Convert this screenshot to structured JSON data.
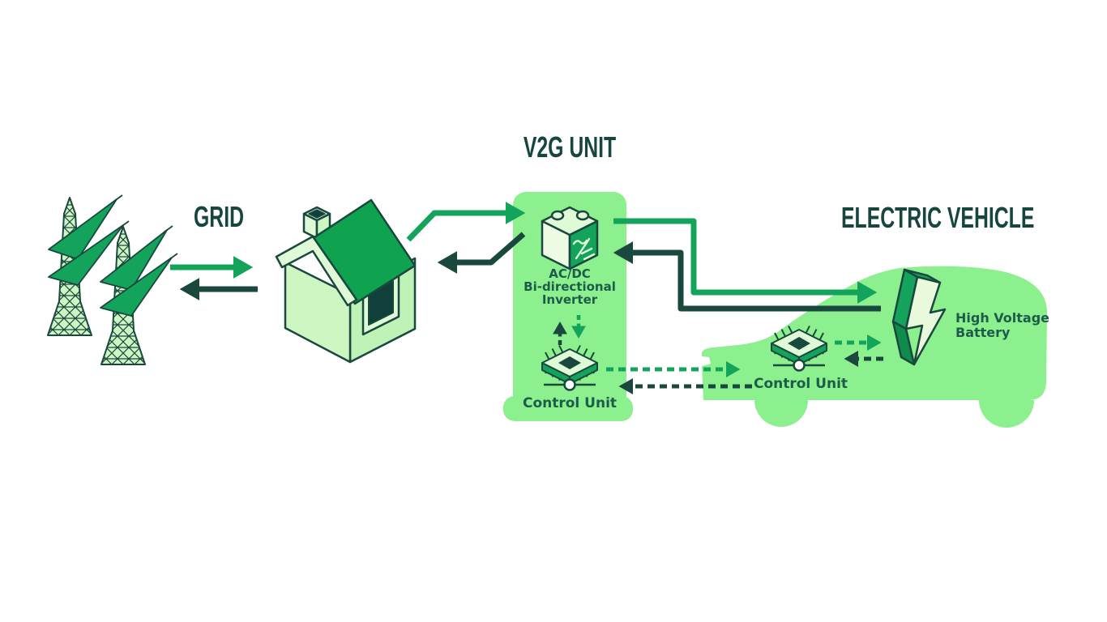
{
  "title": "V2G energy flow diagram",
  "colors": {
    "accent_green": "#14A35B",
    "dark_teal": "#1A473E",
    "panel_green": "#8DF08E",
    "pale_green": "#CDF6C3",
    "lighter_green": "#DFFAD6",
    "bolt_face": "#E9F9DC",
    "background": "#FFFFFF"
  },
  "nodes": {
    "grid": {
      "label": "GRID",
      "icon": "transmission-towers-icon"
    },
    "house": {
      "icon": "house-icon"
    },
    "v2g_unit": {
      "label": "V2G UNIT",
      "inverter": {
        "icon": "inverter-cube-icon",
        "label_lines": [
          "AC/DC",
          "Bi-directional",
          "Inverter"
        ]
      },
      "control_unit": {
        "icon": "chip-icon",
        "label": "Control Unit"
      }
    },
    "electric_vehicle": {
      "label": "ELECTRIC VEHICLE",
      "icon": "car-silhouette-icon",
      "control_unit": {
        "icon": "chip-icon",
        "label": "Control Unit"
      },
      "battery": {
        "icon": "lightning-bolt-icon",
        "label_lines": [
          "High Voltage",
          "Battery"
        ]
      }
    }
  },
  "flows": [
    {
      "from": "grid",
      "to": "house",
      "color": "green",
      "style": "solid"
    },
    {
      "from": "house",
      "to": "grid",
      "color": "dark",
      "style": "solid"
    },
    {
      "from": "house",
      "to": "v2g_inverter",
      "color": "green",
      "style": "solid"
    },
    {
      "from": "v2g_inverter",
      "to": "house",
      "color": "dark",
      "style": "solid"
    },
    {
      "from": "v2g_inverter",
      "to": "ev_battery",
      "color": "green",
      "style": "solid"
    },
    {
      "from": "ev_battery",
      "to": "v2g_inverter",
      "color": "dark",
      "style": "solid"
    },
    {
      "from": "v2g_inverter",
      "to": "v2g_control_unit",
      "color": "green",
      "style": "dashed"
    },
    {
      "from": "v2g_control_unit",
      "to": "v2g_inverter",
      "color": "dark",
      "style": "dashed"
    },
    {
      "from": "v2g_control_unit",
      "to": "ev_control_unit",
      "color": "green",
      "style": "dashed"
    },
    {
      "from": "ev_control_unit",
      "to": "v2g_control_unit",
      "color": "dark",
      "style": "dashed"
    },
    {
      "from": "ev_control_unit",
      "to": "ev_battery",
      "color": "green",
      "style": "dashed"
    },
    {
      "from": "ev_battery",
      "to": "ev_control_unit",
      "color": "dark",
      "style": "dashed"
    }
  ]
}
